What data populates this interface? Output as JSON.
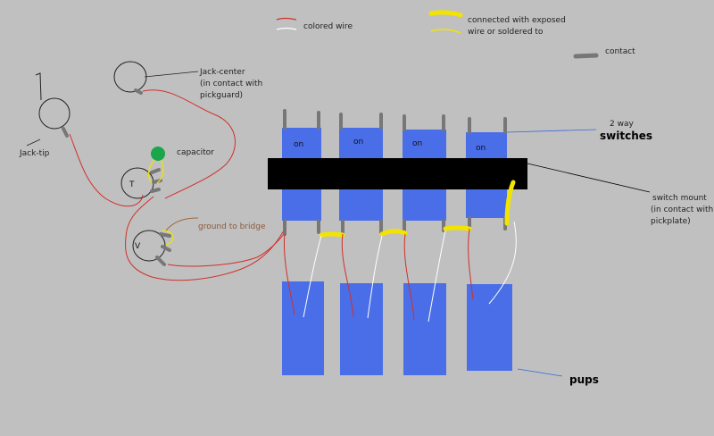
{
  "legend": {
    "colored_wire": "colored wire",
    "connected_line1": "connected with exposed",
    "connected_line2": "wire or soldered to",
    "contact": "contact"
  },
  "labels": {
    "jack_tip": "Jack-tip",
    "jack_center_1": "Jack-center",
    "jack_center_2": "(in contact with",
    "jack_center_3": "pickguard)",
    "capacitor": "capacitor",
    "ground_to_bridge": "ground to bridge",
    "pot_tone": "T",
    "pot_volume": "V",
    "two_way": "2 way",
    "switches": "switches",
    "mount_1": "switch mount",
    "mount_2": "(in contact with",
    "mount_3": "pickplate)",
    "pups": "pups"
  },
  "switches": [
    {
      "label": "on"
    },
    {
      "label": "on"
    },
    {
      "label": "on"
    },
    {
      "label": "on"
    }
  ],
  "colors": {
    "background": "#c0c0c0",
    "switch_blue": "#4a6ee8",
    "mount": "#000000",
    "red_wire": "#d0302a",
    "white_wire": "#ffffff",
    "solder": "#f2e400",
    "contact": "#777777",
    "capacitor": "#1aa64a",
    "ground_wire": "#a0683c",
    "pointer": "#3a64e0"
  }
}
